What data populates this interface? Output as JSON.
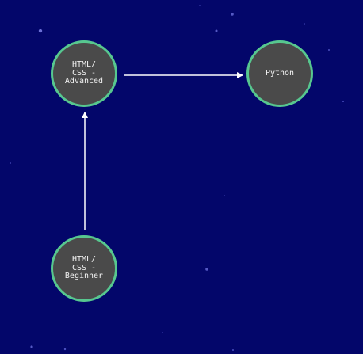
{
  "diagram": {
    "nodes": [
      {
        "id": "html-css-advanced",
        "label": "HTML/\nCSS -\nAdvanced"
      },
      {
        "id": "python",
        "label": "Python"
      },
      {
        "id": "html-css-beginner",
        "label": "HTML/\nCSS -\nBeginner"
      }
    ],
    "edges": [
      {
        "from": "html-css-advanced",
        "to": "python"
      },
      {
        "from": "html-css-beginner",
        "to": "html-css-advanced"
      }
    ]
  },
  "colors": {
    "background": "#03066a",
    "node_fill": "#4a4a4a",
    "node_border": "#57c78f",
    "node_text": "#f2f2f2",
    "edge": "#ffffff",
    "star": "#6b6fd6"
  }
}
